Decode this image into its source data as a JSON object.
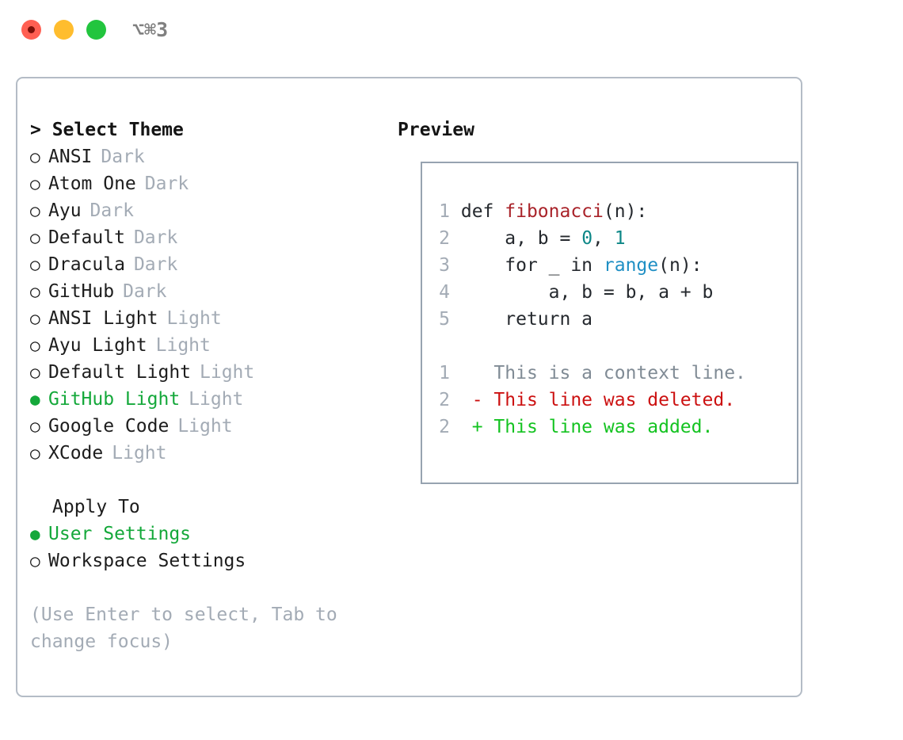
{
  "window": {
    "shortcut": "⌥⌘3",
    "traffic_lights": [
      {
        "name": "close",
        "color": "#ff5f52"
      },
      {
        "name": "minimize",
        "color": "#ffbd2e"
      },
      {
        "name": "maximize",
        "color": "#22c53e"
      }
    ]
  },
  "theme_picker": {
    "title": "> Select Theme",
    "marker_selected": "●",
    "marker_unselected": "○",
    "selected_color": "#14a83a",
    "items": [
      {
        "name": "ANSI",
        "variant": "Dark",
        "selected": false
      },
      {
        "name": "Atom One",
        "variant": "Dark",
        "selected": false
      },
      {
        "name": "Ayu",
        "variant": "Dark",
        "selected": false
      },
      {
        "name": "Default",
        "variant": "Dark",
        "selected": false
      },
      {
        "name": "Dracula",
        "variant": "Dark",
        "selected": false
      },
      {
        "name": "GitHub",
        "variant": "Dark",
        "selected": false
      },
      {
        "name": "ANSI Light",
        "variant": "Light",
        "selected": false
      },
      {
        "name": "Ayu Light",
        "variant": "Light",
        "selected": false
      },
      {
        "name": "Default Light",
        "variant": "Light",
        "selected": false
      },
      {
        "name": "GitHub Light",
        "variant": "Light",
        "selected": true
      },
      {
        "name": "Google Code",
        "variant": "Light",
        "selected": false
      },
      {
        "name": "XCode",
        "variant": "Light",
        "selected": false
      }
    ]
  },
  "apply_to": {
    "title": "Apply To",
    "items": [
      {
        "name": "User Settings",
        "selected": true
      },
      {
        "name": "Workspace Settings",
        "selected": false
      }
    ]
  },
  "hint": "(Use Enter to select, Tab to change focus)",
  "preview": {
    "title": "Preview",
    "code": [
      {
        "lineno": "1",
        "tokens": [
          {
            "text": "def ",
            "type": "plain"
          },
          {
            "text": "fibonacci",
            "type": "fn"
          },
          {
            "text": "(n):",
            "type": "plain"
          }
        ]
      },
      {
        "lineno": "2",
        "tokens": [
          {
            "text": "    a, b = ",
            "type": "plain"
          },
          {
            "text": "0",
            "type": "num"
          },
          {
            "text": ", ",
            "type": "plain"
          },
          {
            "text": "1",
            "type": "num"
          }
        ]
      },
      {
        "lineno": "3",
        "tokens": [
          {
            "text": "    for _ in ",
            "type": "plain"
          },
          {
            "text": "range",
            "type": "call"
          },
          {
            "text": "(n):",
            "type": "plain"
          }
        ]
      },
      {
        "lineno": "4",
        "tokens": [
          {
            "text": "        a, b = b, a + b",
            "type": "plain"
          }
        ]
      },
      {
        "lineno": "5",
        "tokens": [
          {
            "text": "    return a",
            "type": "plain"
          }
        ]
      }
    ],
    "diff": [
      {
        "lineno": "1",
        "prefix": "  ",
        "text": "This is a context line.",
        "type": "ctx"
      },
      {
        "lineno": "2",
        "prefix": "- ",
        "text": "This line was deleted.",
        "type": "del"
      },
      {
        "lineno": "2",
        "prefix": "+ ",
        "text": "This line was added.",
        "type": "add"
      }
    ]
  }
}
